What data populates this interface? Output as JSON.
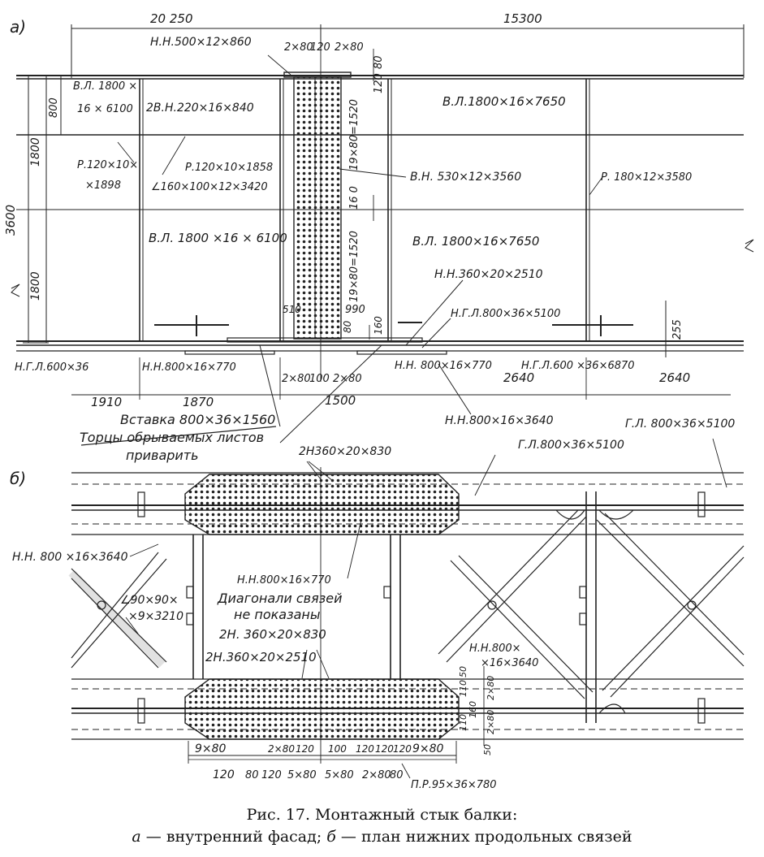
{
  "panel_a": {
    "label": "а)",
    "dims_top": [
      "20 250",
      "15300"
    ],
    "dims_left": [
      "3600",
      "1800",
      "1800",
      "800"
    ],
    "dims_bottom": [
      "1910",
      "1870",
      "1500",
      "2640",
      "2640"
    ],
    "dims_mid_top": [
      "2×80",
      "120",
      "2×80",
      "80",
      "120"
    ],
    "dims_mid_bottom": [
      "2×80",
      "100",
      "2×80"
    ],
    "dims_misc": [
      "19×80=1520",
      "16 0",
      "19×80=1520",
      "510",
      "990",
      "80",
      "160",
      "255"
    ],
    "labels": {
      "nn_500": "Н.Н.500×12×860",
      "vl_1800_6100_a": "В.Л. 1800 ×",
      "vl_1800_6100_b": "16 × 6100",
      "vn_220": "2В.Н.220×16×840",
      "vl_1800_7650": "В.Л.1800×16×7650",
      "r_120_a": "Р.120×10×",
      "r_120_b": "×1898",
      "r_120_1858": "Р.120×10×1858",
      "angle_160": "∠160×100×12×3420",
      "vn_530": "В.Н. 530×12×3560",
      "r_180": "Р. 180×12×3580",
      "vl_1800_6100_mid": "В.Л. 1800 ×16 × 6100",
      "vl_1800_7650_mid": "В.Л. 1800×16×7650",
      "nn_360": "Н.Н.360×20×2510",
      "ngl_800": "Н.Г.Л.800×36×5100",
      "ngl_600_36": "Н.Г.Л.600×36",
      "nn_800_770_left": "Н.Н.800×16×770",
      "nn_800_770_right": "Н.Н.  800×16×770",
      "ngl_600_6870": "Н.Г.Л.600   ×36×6870",
      "nn_800_3640": "Н.Н.800×16×3640",
      "insert": "Вставка 800×36×1560",
      "ends_1": "Торцы обрываемых листов",
      "ends_2": "приварить"
    }
  },
  "panel_b": {
    "label": "б)",
    "labels": {
      "h360_830_top": "2Н360×20×830",
      "gl_800_mid": "Г.Л.800×36×5100",
      "gl_800_right": "Г.Л. 800×36×5100",
      "nn_800_3640_left": "Н.Н. 800 ×16×3640",
      "nn_800_770": "Н.Н.800×16×770",
      "diag_1": "Диагонали связей",
      "diag_2": "не показаны",
      "h360_830": "2Н. 360×20×830",
      "angle_90_a": "∠90×90×",
      "angle_90_b": "×9×3210",
      "h360_2510": "2Н.360×20×2510",
      "nn_800_right_a": "Н.Н.800×",
      "nn_800_right_b": "×16×3640",
      "pr_95": "П.Р.95×36×780"
    },
    "dims_bottom_row1": [
      "9×80",
      "2×80",
      "120",
      "100",
      "120",
      "120",
      "120",
      "9×80"
    ],
    "dims_bottom_row2": [
      "120",
      "80",
      "120",
      "5×80",
      "5×80",
      "2×80",
      "80"
    ],
    "dims_right": [
      "50",
      "110",
      "2×80",
      "110",
      "160",
      "2×80",
      "50"
    ]
  },
  "caption": {
    "line1": "Рис. 17. Монтажный стык балки:",
    "line2a": "а",
    "line2b": " — внутренний фасад; ",
    "line2c": "б",
    "line2d": " — план нижних продольных связей"
  }
}
